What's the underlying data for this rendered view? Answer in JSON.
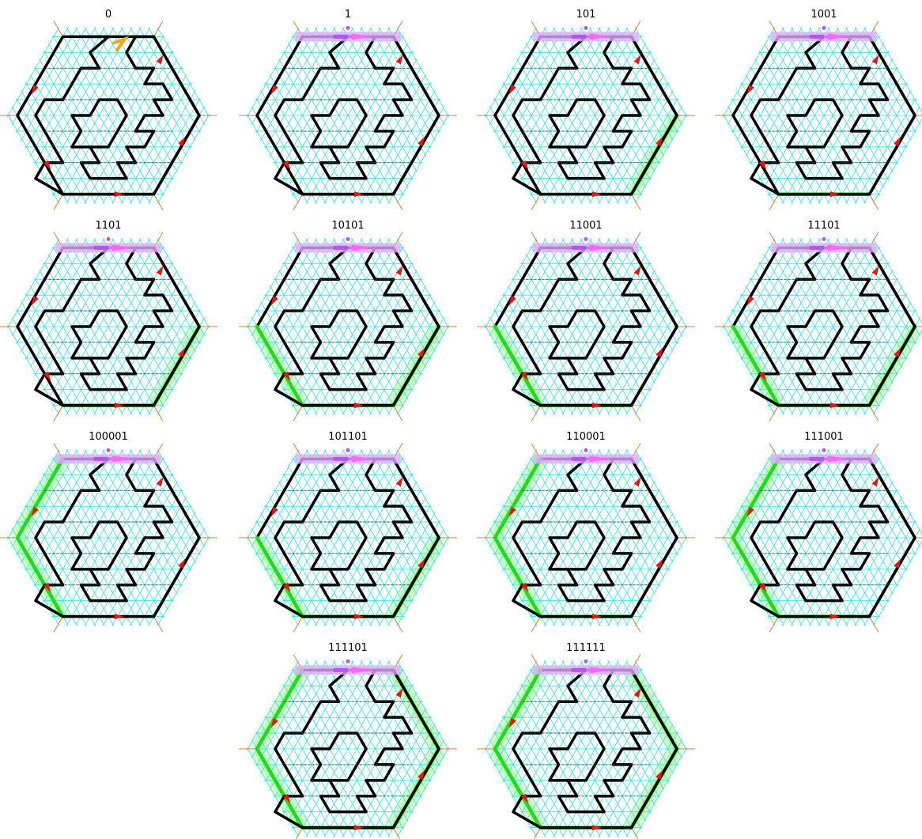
{
  "panels": [
    {
      "label": "0"
    },
    {
      "label": "1"
    },
    {
      "label": "101"
    },
    {
      "label": "1001"
    },
    {
      "label": "1101"
    },
    {
      "label": "10101"
    },
    {
      "label": "11001"
    },
    {
      "label": "11101"
    },
    {
      "label": "100001"
    },
    {
      "label": "101101"
    },
    {
      "label": "110001"
    },
    {
      "label": "111001"
    },
    {
      "label": "111101"
    },
    {
      "label": "111111"
    }
  ],
  "colors": {
    "grid": "#33dfe6",
    "grid_axes": "#c8873a",
    "path": "#000000",
    "arrow_red": "#ee1111",
    "arrow_orange": "#f2a81d",
    "highlight_green": "#22d822",
    "glow_green": "#b6f5a6",
    "top_purple": "#b455f0",
    "top_purple_light": "#dcaaf8",
    "top_pink": "#ff66ff"
  }
}
